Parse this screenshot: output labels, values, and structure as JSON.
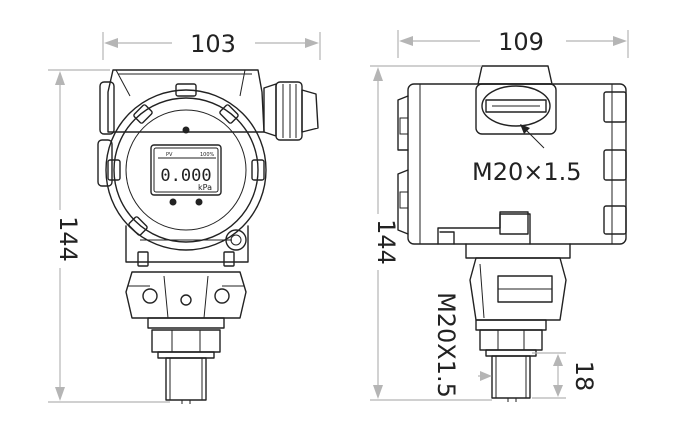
{
  "dimensions": {
    "front_width": "103",
    "front_height": "144",
    "side_width": "109",
    "side_height": "144",
    "cable_thread": "M20×1.5",
    "process_thread": "M20X1.5",
    "thread_length": "18"
  },
  "display": {
    "reading": "0.000",
    "unit": "kPa",
    "mode_label": "PV",
    "range_label": "100%"
  }
}
